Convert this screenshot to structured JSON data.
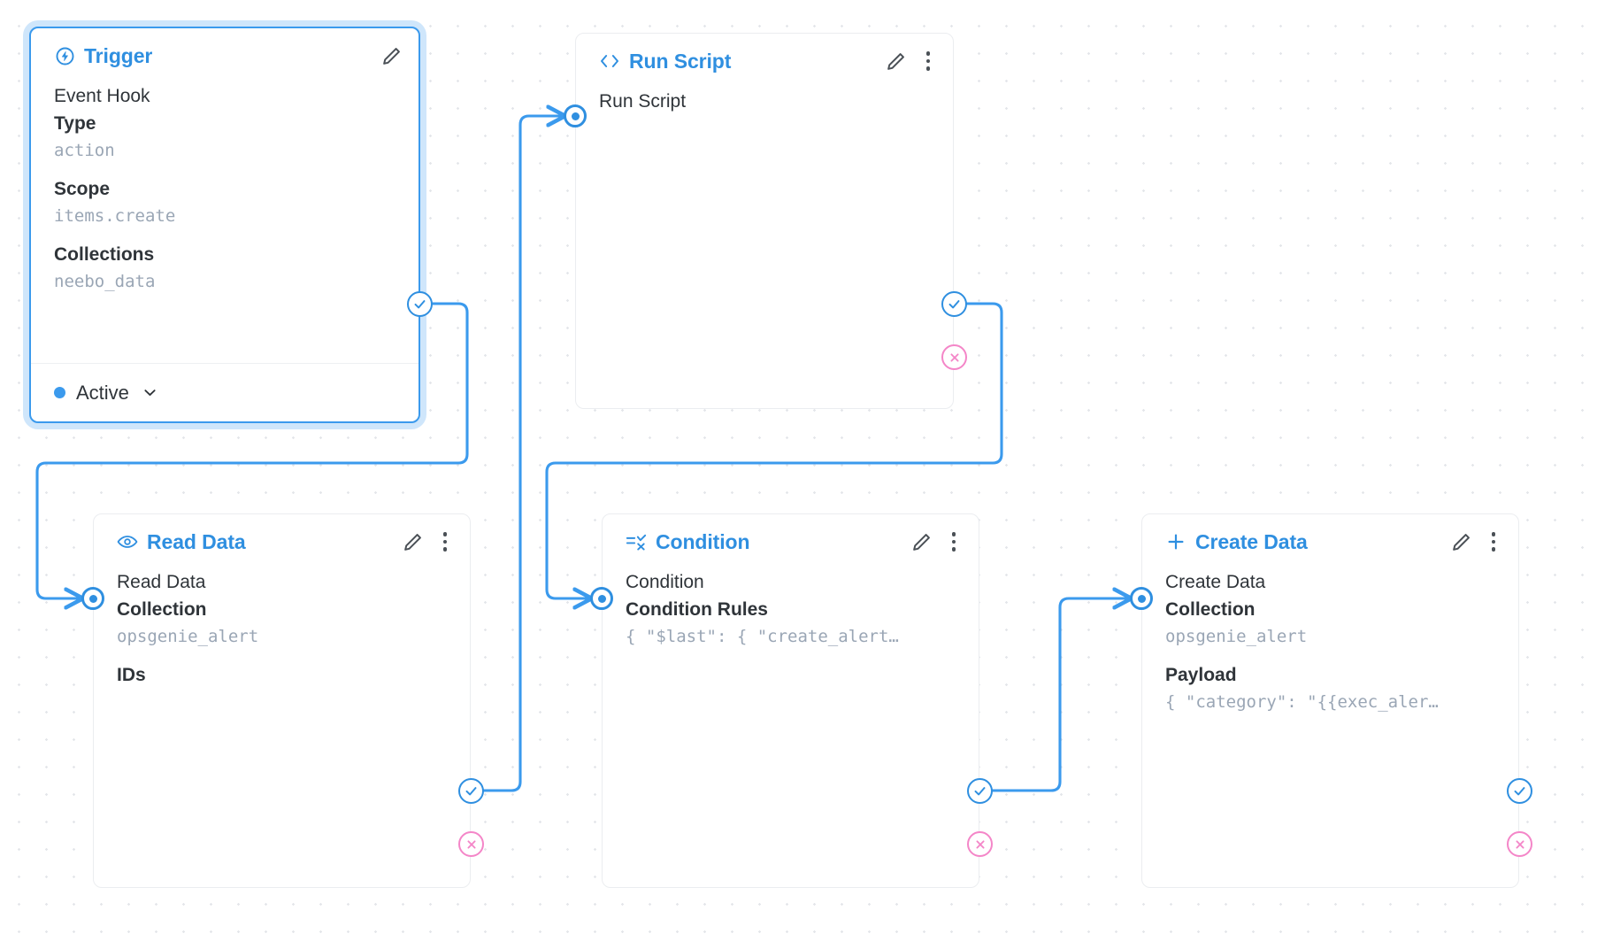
{
  "app": {
    "name": "flow-editor",
    "canvas_background": "#ffffff",
    "grid_dot_color": "#e4e6ea"
  },
  "colors": {
    "accent_blue": "#2f8fe0",
    "edge_blue": "#3b9aed",
    "selection_glow": "#cfe6fb",
    "error_pink": "#f486c8",
    "label_dark": "#2f3439",
    "value_muted": "#9aa6b5"
  },
  "nodes": [
    {
      "id": "trigger",
      "title": "Trigger",
      "icon": "lightning-bolt-circle-icon",
      "selected": true,
      "has_kebab": false,
      "row_name": "Event Hook",
      "fields": [
        {
          "label": "Type",
          "value": "action"
        },
        {
          "label": "Scope",
          "value": "items.create"
        },
        {
          "label": "Collections",
          "value": "neebo_data"
        }
      ],
      "footer": {
        "status": "Active",
        "status_color": "#3b9aed",
        "chevron": "chevron-down-icon"
      }
    },
    {
      "id": "run-script",
      "title": "Run Script",
      "icon": "code-brackets-icon",
      "selected": false,
      "has_kebab": true,
      "row_name": "Run Script",
      "fields": []
    },
    {
      "id": "read-data",
      "title": "Read Data",
      "icon": "eye-icon",
      "selected": false,
      "has_kebab": true,
      "row_name": "Read Data",
      "fields": [
        {
          "label": "Collection",
          "value": "opsgenie_alert"
        },
        {
          "label": "IDs",
          "value": ""
        }
      ]
    },
    {
      "id": "condition",
      "title": "Condition",
      "icon": "condition-filter-icon",
      "selected": false,
      "has_kebab": true,
      "row_name": "Condition",
      "fields": [
        {
          "label": "Condition Rules",
          "value": "{ \"$last\": { \"create_alert…"
        }
      ]
    },
    {
      "id": "create-data",
      "title": "Create Data",
      "icon": "plus-icon",
      "selected": false,
      "has_kebab": true,
      "row_name": "Create Data",
      "fields": [
        {
          "label": "Collection",
          "value": "opsgenie_alert"
        },
        {
          "label": "Payload",
          "value": "{ \"category\": \"{{exec_aler…"
        }
      ]
    }
  ],
  "handles": {
    "success_icon": "check-circle-icon",
    "error_icon": "x-circle-icon",
    "input_icon": "input-port-icon"
  },
  "edges": [
    {
      "from": "trigger",
      "from_port": "success",
      "to": "read-data",
      "to_port": "input"
    },
    {
      "from": "read-data",
      "from_port": "success",
      "to": "run-script",
      "to_port": "input"
    },
    {
      "from": "run-script",
      "from_port": "success",
      "to": "condition",
      "to_port": "input"
    },
    {
      "from": "condition",
      "from_port": "success",
      "to": "create-data",
      "to_port": "input"
    }
  ]
}
